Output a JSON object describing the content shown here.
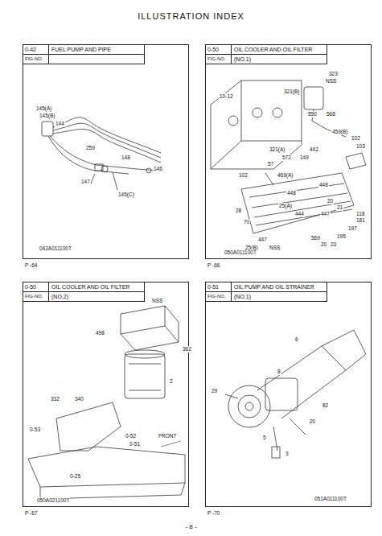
{
  "diagram": {
    "title": "ILLUSTRATION INDEX",
    "caption": "- 8 -",
    "nodes": [
      {
        "text": [
          "0-42",
          "FUEL PUMP AND PIPE",
          "FIG-NO."
        ]
      },
      {
        "text": [
          "0-50",
          "OIL COOLER AND OIL FILTER",
          "FIG-NO.",
          "(NO.1)"
        ]
      },
      {
        "text": [
          "0-50",
          "OIL COOLER AND OIL FILTER",
          "FIG-NO.",
          "(NO.2)"
        ]
      },
      {
        "text": [
          "0-51",
          "OIL PUMP AND OIL STRAINER",
          "FIG-NO.",
          "(NO.1)"
        ]
      }
    ],
    "labels": [
      "145(A)",
      "145(B)",
      "144",
      "259",
      "148",
      "146",
      "147",
      "145(C)",
      "042A011100T",
      "P -64",
      "10-12",
      "323",
      "NSS",
      "550",
      "568",
      "321(B)",
      "442",
      "321(A)",
      "572",
      "149",
      "57",
      "459(B)",
      "102",
      "103",
      "469(A)",
      "102",
      "448",
      "448",
      "25(A)",
      "20",
      "21",
      "444",
      "447",
      "28",
      "70",
      "447",
      "25(B)",
      "NSS",
      "118",
      "181",
      "197",
      "195",
      "569",
      "20",
      "23",
      "050A011100T",
      "P -66",
      "NSS",
      "498",
      "362",
      "2",
      "332",
      "340",
      "0-53",
      "0-52",
      "0-51",
      "FRONT",
      "0-25",
      "050A021100T",
      "P -67",
      "29",
      "6",
      "82",
      "8",
      "20",
      "5",
      "3",
      "051A011100T",
      "P -70"
    ]
  }
}
